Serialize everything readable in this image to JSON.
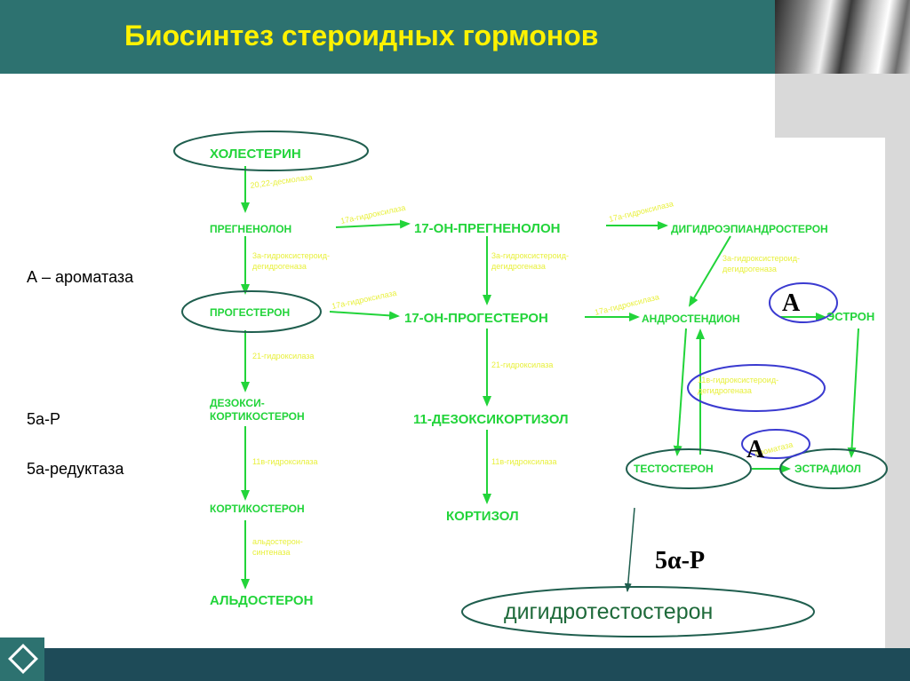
{
  "slide": {
    "title": "Биосинтез стероидных гормонов",
    "colors": {
      "header_bg": "#2d7270",
      "title_text": "#fff200",
      "node_green": "#22d43a",
      "enzyme_yellow": "#e8f03c",
      "footer_bg": "#1e4b58"
    }
  },
  "legend": {
    "aromatase": "А – ароматаза",
    "five_a_r": "5а-Р",
    "five_a_reductase": "5а-редуктаза"
  },
  "nodes": {
    "cholesterol": "ХОЛЕСТЕРИН",
    "pregnenolone": "ПРЕГНЕНОЛОН",
    "oh17_pregnenolone": "17-ОН-ПРЕГНЕНОЛОН",
    "dhea": "ДИГИДРОЭПИАНДРОСТЕРОН",
    "progesterone": "ПРОГЕСТЕРОН",
    "oh17_progesterone": "17-ОН-ПРОГЕСТЕРОН",
    "androstenedione": "АНДРОСТЕНДИОН",
    "estrone": "ЭСТРОН",
    "deoxycorticosterone": "ДЕЗОКСИ-\nКОРТИКОСТЕРОН",
    "deoxycortisol": "11-ДЕЗОКСИКОРТИЗОЛ",
    "testosterone": "ТЕСТОСТЕРОН",
    "estradiol": "ЭСТРАДИОЛ",
    "corticosterone": "КОРТИКОСТЕРОН",
    "cortisol": "КОРТИЗОЛ",
    "aldosterone": "АЛЬДОСТЕРОН",
    "dihydrotestosterone": "дигидротестостерон"
  },
  "enzymes": {
    "desmolase": "20,22-десмолаза",
    "hydroxylase17_a": "17а-гидроксилаза",
    "hydroxylase17_b": "17а-гидроксилаза",
    "hydroxylase17_c": "17а-гидроксилаза",
    "hydroxylase17_d": "17а-гидроксилаза",
    "hsd3_line1": "3а-гидроксистероид-",
    "hsd3_line2": "дегидрогеназа",
    "hsd3b_line1": "3а-гидроксистероид-",
    "hsd3b_line2": "дегидрогеназа",
    "hsd3c_line1": "3а-гидроксистероид-",
    "hsd3c_line2": "дегидрогеназа",
    "hydroxylase21_a": "21-гидроксилаза",
    "hydroxylase21_b": "21-гидроксилаза",
    "hydroxylase11_a": "11в-гидроксилаза",
    "hydroxylase11_b": "11в-гидроксилаза",
    "aldosterone_synthase_line1": "альдостерон-",
    "aldosterone_synthase_line2": "синтеназа",
    "hsd11_line1": "11в-гидроксистероид-",
    "hsd11_line2": "дегидрогеназа",
    "aromatase_small": "ароматаза"
  },
  "markers": {
    "aromatase_a1": "A",
    "aromatase_a2": "A",
    "reductase_label": "5α-Р"
  }
}
